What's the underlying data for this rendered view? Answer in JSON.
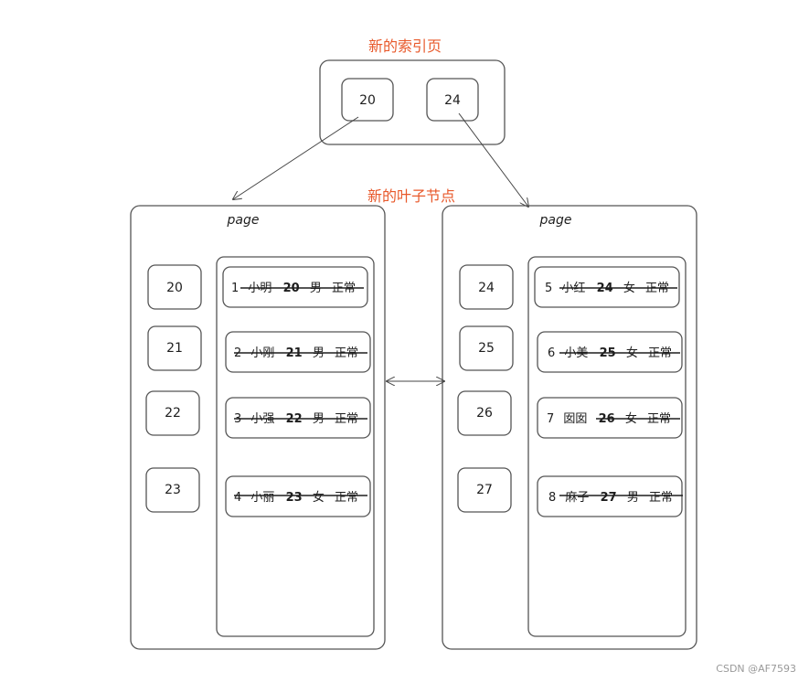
{
  "titles": {
    "index_page": "新的索引页",
    "leaf_node": "新的叶子节点"
  },
  "index_keys": [
    "20",
    "24"
  ],
  "pages": [
    {
      "label": "page",
      "keys": [
        "20",
        "21",
        "22",
        "23"
      ],
      "records": [
        {
          "id": "1",
          "name": "小明",
          "age": "20",
          "gender": "男",
          "status": "正常"
        },
        {
          "id": "2",
          "name": "小刚",
          "age": "21",
          "gender": "男",
          "status": "正常"
        },
        {
          "id": "3",
          "name": "小强",
          "age": "22",
          "gender": "男",
          "status": "正常"
        },
        {
          "id": "4",
          "name": "小丽",
          "age": "23",
          "gender": "女",
          "status": "正常"
        }
      ]
    },
    {
      "label": "page",
      "keys": [
        "24",
        "25",
        "26",
        "27"
      ],
      "records": [
        {
          "id": "5",
          "name": "小红",
          "age": "24",
          "gender": "女",
          "status": "正常"
        },
        {
          "id": "6",
          "name": "小美",
          "age": "25",
          "gender": "女",
          "status": "正常"
        },
        {
          "id": "7",
          "name": "囡囡",
          "age": "26",
          "gender": "女",
          "status": "正常"
        },
        {
          "id": "8",
          "name": "麻子",
          "age": "27",
          "gender": "男",
          "status": "正常"
        }
      ]
    }
  ],
  "watermark": "CSDN @AF7593",
  "colors": {
    "title": "#e8592b",
    "stroke": "#555555",
    "text": "#1e1e1e"
  }
}
